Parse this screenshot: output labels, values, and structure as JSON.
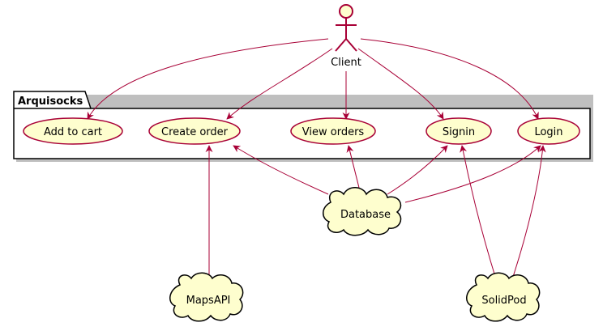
{
  "package": {
    "title": "Arquisocks"
  },
  "actor": {
    "name": "Client"
  },
  "usecases": {
    "add_to_cart": "Add to cart",
    "create_order": "Create order",
    "view_orders": "View orders",
    "signin": "Signin",
    "login": "Login"
  },
  "nodes": {
    "database": "Database",
    "mapsapi": "MapsAPI",
    "solidpod": "SolidPod"
  },
  "colors": {
    "usecase_fill": "#FEFECE",
    "line": "#A80036",
    "cloud_border": "#000000"
  }
}
